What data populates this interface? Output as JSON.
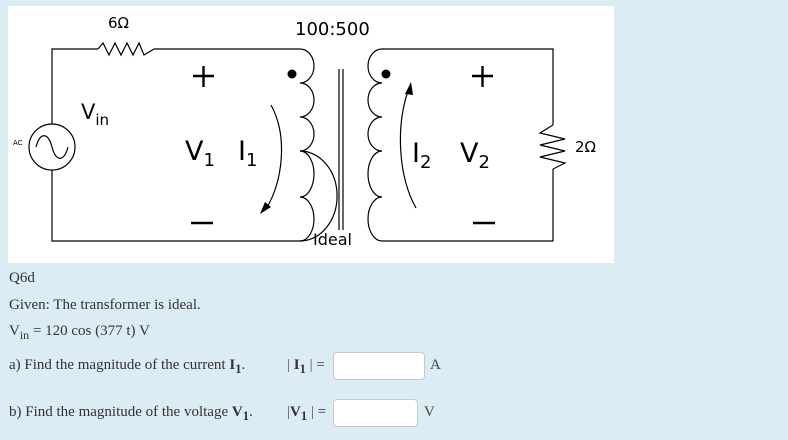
{
  "circuit": {
    "source_label": "AC",
    "source_voltage_label": "V",
    "source_voltage_sub": "in",
    "primary_resistor": "6Ω",
    "turns_ratio": "100:500",
    "core_label": "Ideal",
    "load_resistor": "2Ω",
    "primary_plus": "+",
    "primary_minus": "−",
    "secondary_plus": "+",
    "secondary_minus": "−",
    "v1_label": "V",
    "v1_sub": "1",
    "i1_label": "I",
    "i1_sub": "1",
    "i2_label": "I",
    "i2_sub": "2",
    "v2_label": "V",
    "v2_sub": "2"
  },
  "question": {
    "id": "Q6d",
    "given": "Given:  The transformer is ideal.",
    "vin_symbol": "V",
    "vin_sub": "in",
    "vin_expr": " = 120 cos (377 t) V",
    "parts": [
      {
        "prefix": "a) Find the magnitude of the current ",
        "symbol": "I",
        "sub": "1",
        "suffix": ".",
        "mag_open": "| ",
        "mag_symbol": "I",
        "mag_sub": "1",
        "mag_close": " |",
        "equals": " =",
        "input_value": "",
        "input_placeholder": "",
        "unit": "A"
      },
      {
        "prefix": "b) Find the magnitude of the voltage ",
        "symbol": "V",
        "sub": "1",
        "suffix": ".",
        "mag_open": "|",
        "mag_symbol": "V",
        "mag_sub": "1",
        "mag_close": " |",
        "equals": " =",
        "input_value": "",
        "input_placeholder": "",
        "unit": "V"
      }
    ]
  },
  "colors": {
    "page_bg": "#dbecf5",
    "figure_bg": "#ffffff",
    "magnitude_bar": "#6a3d8a"
  }
}
